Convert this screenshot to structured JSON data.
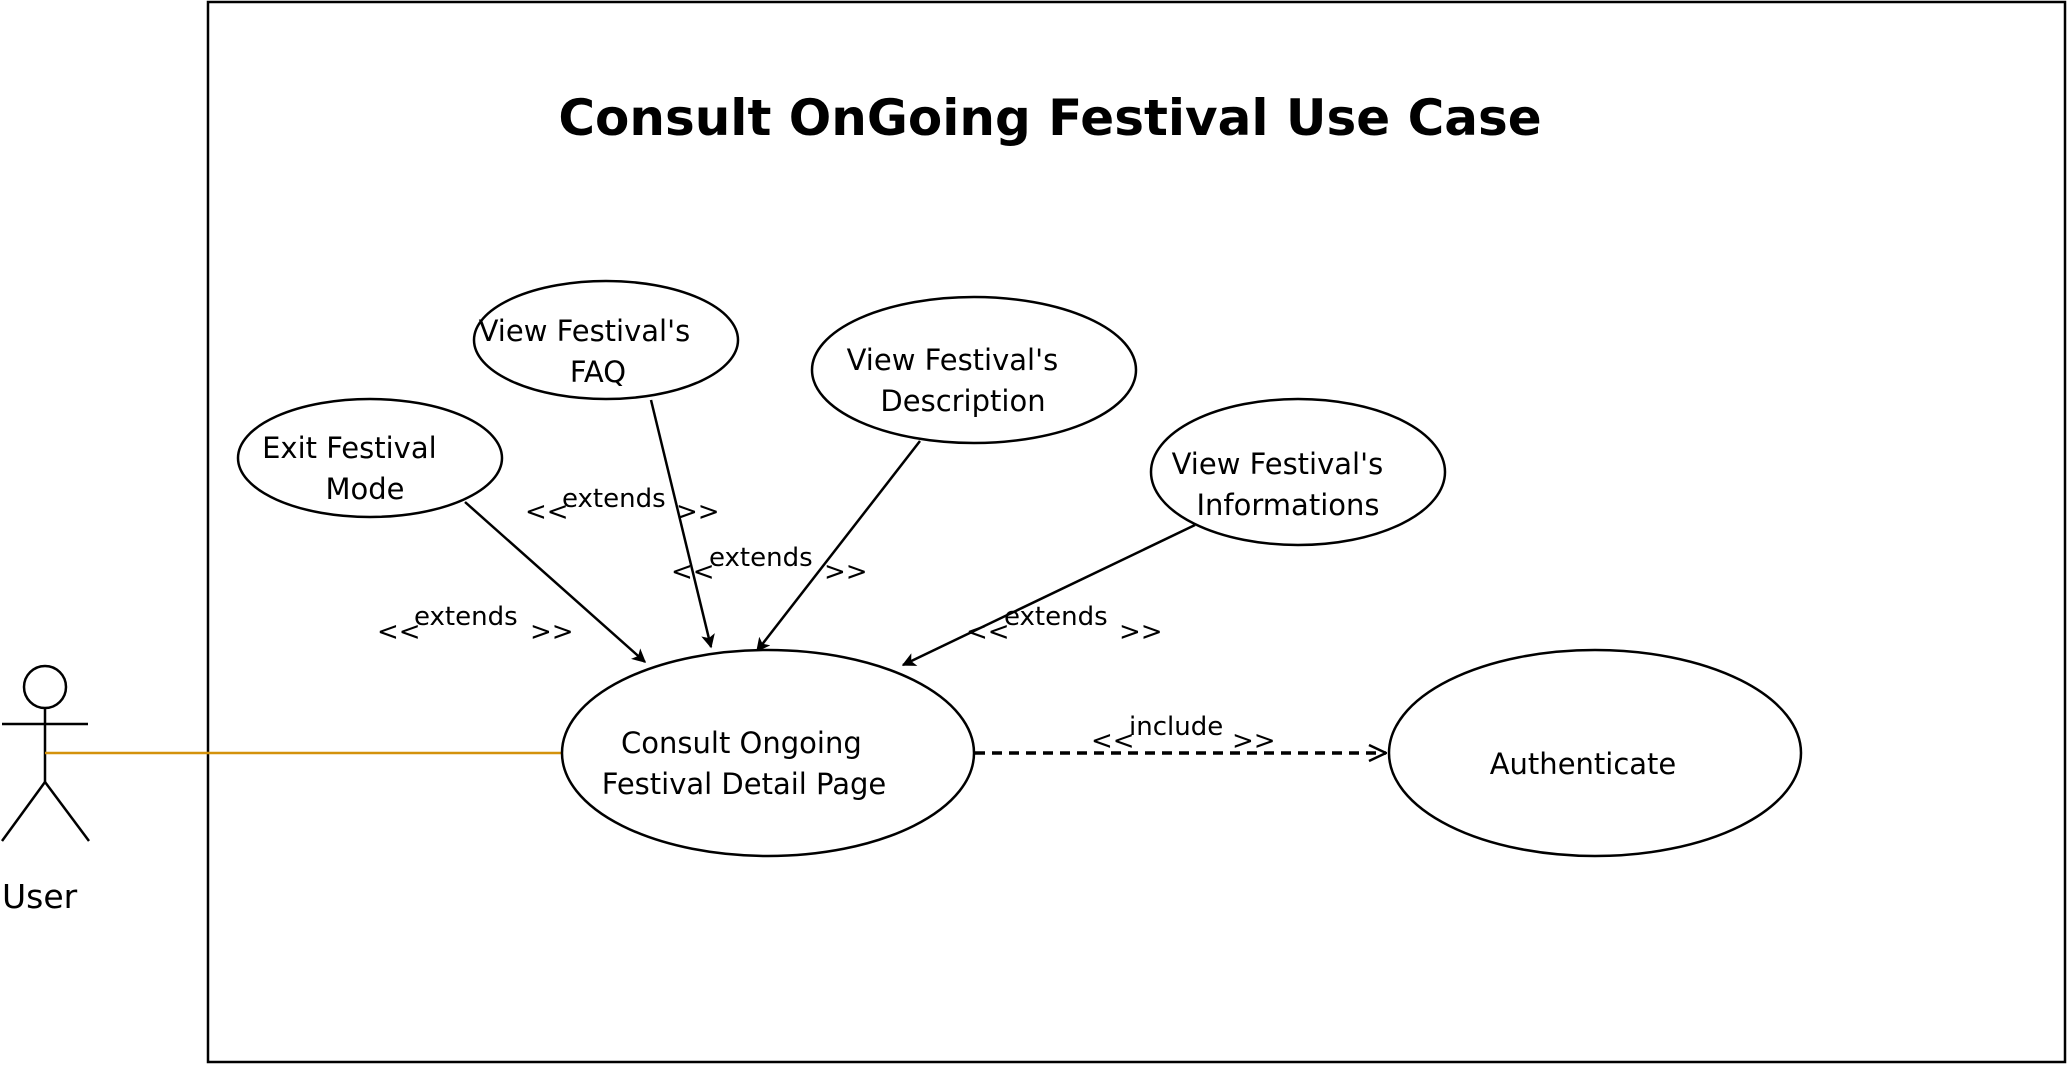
{
  "diagram": {
    "title": "Consult OnGoing Festival Use Case",
    "actor": {
      "label": "User"
    },
    "use_cases": {
      "exit_mode": [
        "Exit Festival",
        "Mode"
      ],
      "faq": [
        "View Festival's",
        "FAQ"
      ],
      "description": [
        "View Festival's",
        "Description"
      ],
      "informations": [
        "View Festival's",
        "Informations"
      ],
      "consult": [
        "Consult Ongoing",
        "Festival Detail Page"
      ],
      "authenticate": "Authenticate"
    },
    "relations": {
      "open": "<<",
      "close": ">>",
      "extends": "extends",
      "include": "include"
    },
    "colors": {
      "association": "#D4920C",
      "stroke": "#000000"
    }
  }
}
